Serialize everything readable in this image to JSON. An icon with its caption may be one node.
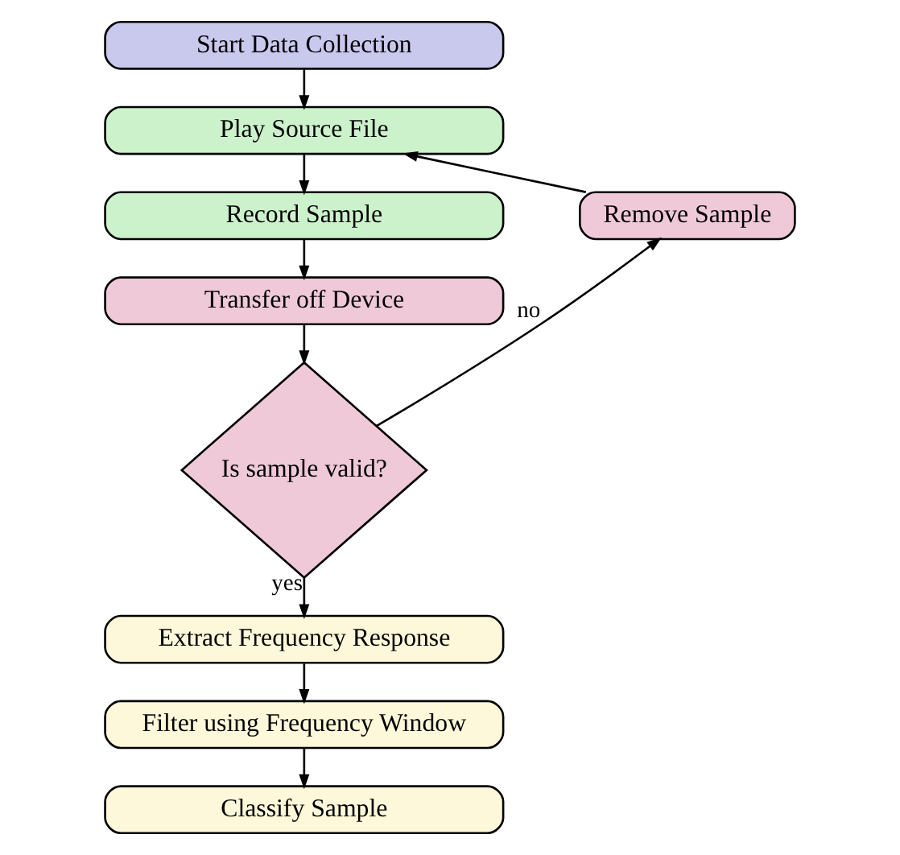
{
  "diagram": {
    "nodes": [
      {
        "text": [
          "Start Data Collection"
        ]
      },
      {
        "text": [
          "Play Source File"
        ]
      },
      {
        "text": [
          "Record Sample"
        ]
      },
      {
        "text": [
          "Transfer off Device"
        ]
      },
      {
        "text": [
          "Is sample valid?"
        ]
      },
      {
        "text": [
          "Remove Sample"
        ]
      },
      {
        "text": [
          "Extract Frequency Response"
        ]
      },
      {
        "text": [
          "Filter using Frequency Window"
        ]
      },
      {
        "text": [
          "Classify Sample"
        ]
      }
    ],
    "edges": [
      {
        "from": 0,
        "to": 1,
        "arrow": "to"
      },
      {
        "from": 1,
        "to": 2,
        "arrow": "to"
      },
      {
        "from": 2,
        "to": 3,
        "arrow": "to"
      },
      {
        "from": 3,
        "to": 4,
        "arrow": "to"
      },
      {
        "from": 4,
        "to": 5,
        "arrow": "to",
        "label": "no"
      },
      {
        "from": 5,
        "to": 1,
        "arrow": "to"
      },
      {
        "from": 4,
        "to": 6,
        "arrow": "to",
        "label": "yes"
      },
      {
        "from": 6,
        "to": 7,
        "arrow": "to"
      },
      {
        "from": 7,
        "to": 8,
        "arrow": "to"
      }
    ]
  }
}
